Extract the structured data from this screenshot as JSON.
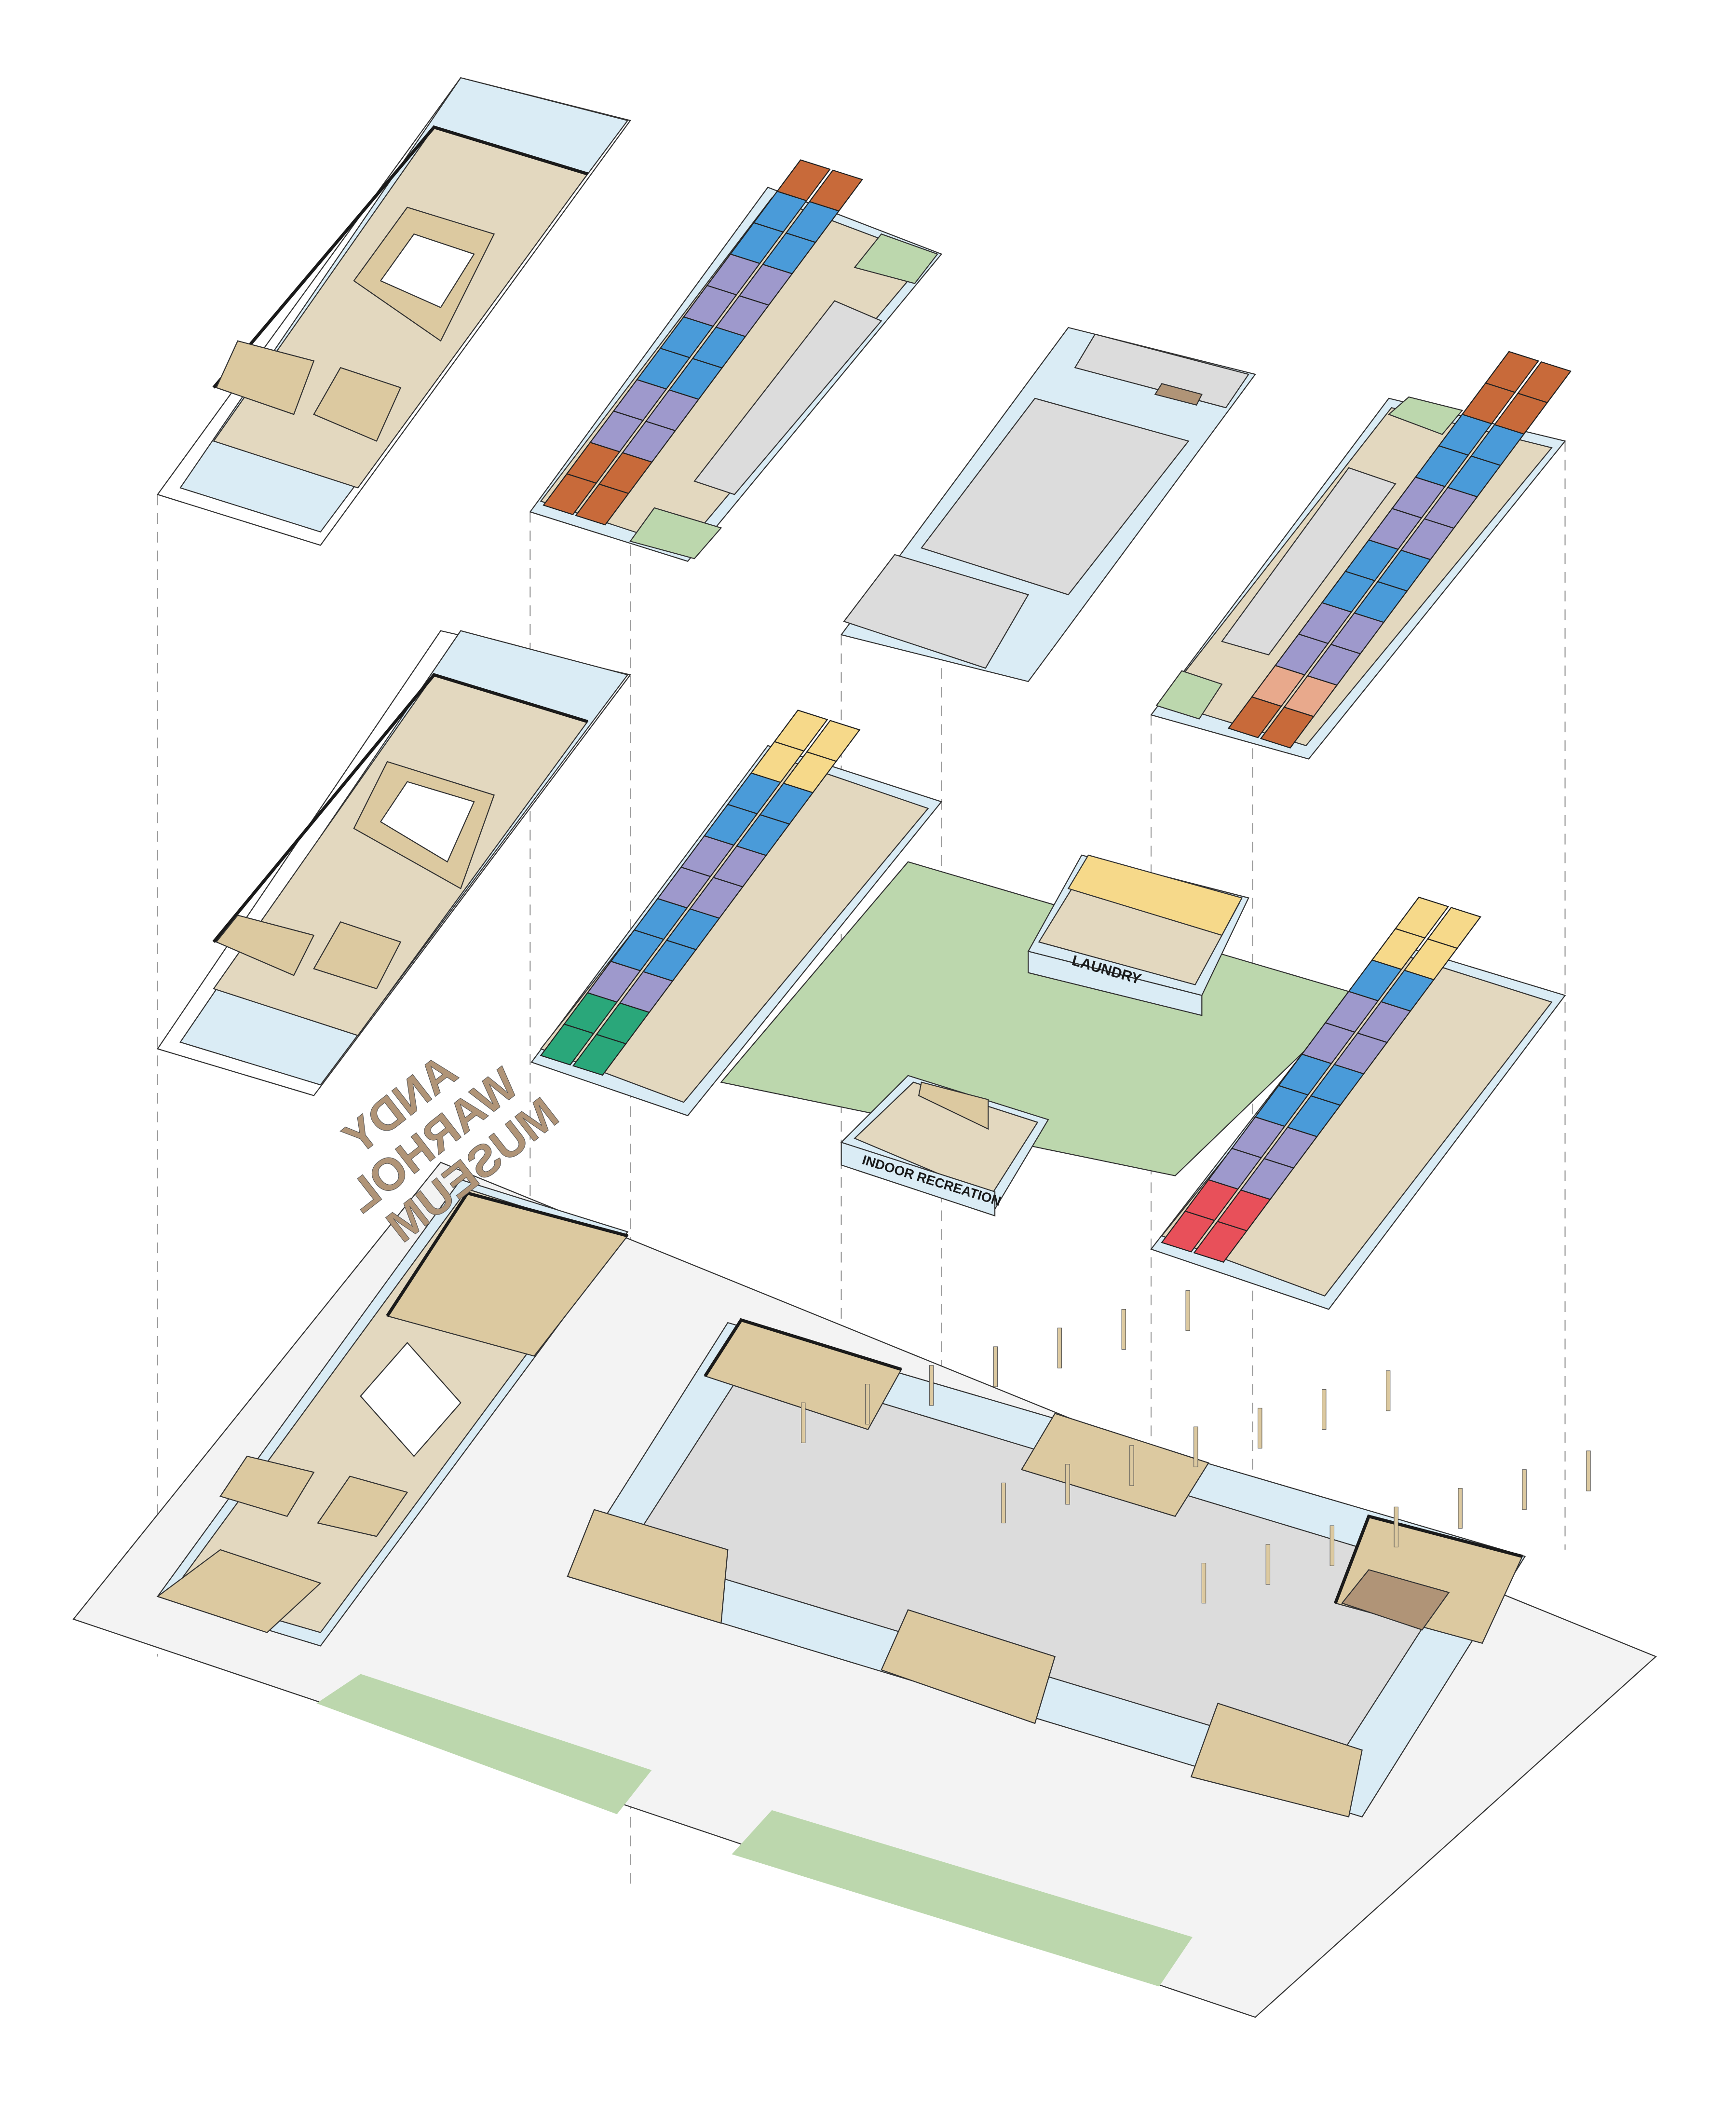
{
  "title": "Exploded axonometric of the residential complex beside the Andy Warhol Museum",
  "labels": {
    "laundry": "LAUNDRY",
    "indoor_recreation": "INDOOR RECREATION"
  },
  "museum_sign": [
    "ANDY",
    "WARHOL",
    "MUSEUM"
  ],
  "colors": {
    "wall": "#dcc9a0",
    "floor": "#e3d8bf",
    "glass": "#daecf5",
    "green": "#bcd7ad",
    "gray_floor": "#dcdcdc",
    "dark_wall": "#b09477",
    "ground": "#f3f3f3",
    "purple": "#9e99cc",
    "blue": "#4a9bd9",
    "orange": "#c86a3a",
    "salmon": "#e8a98c",
    "yellow": "#f6d98a",
    "teal": "#2aa77a",
    "red": "#e8505a"
  }
}
